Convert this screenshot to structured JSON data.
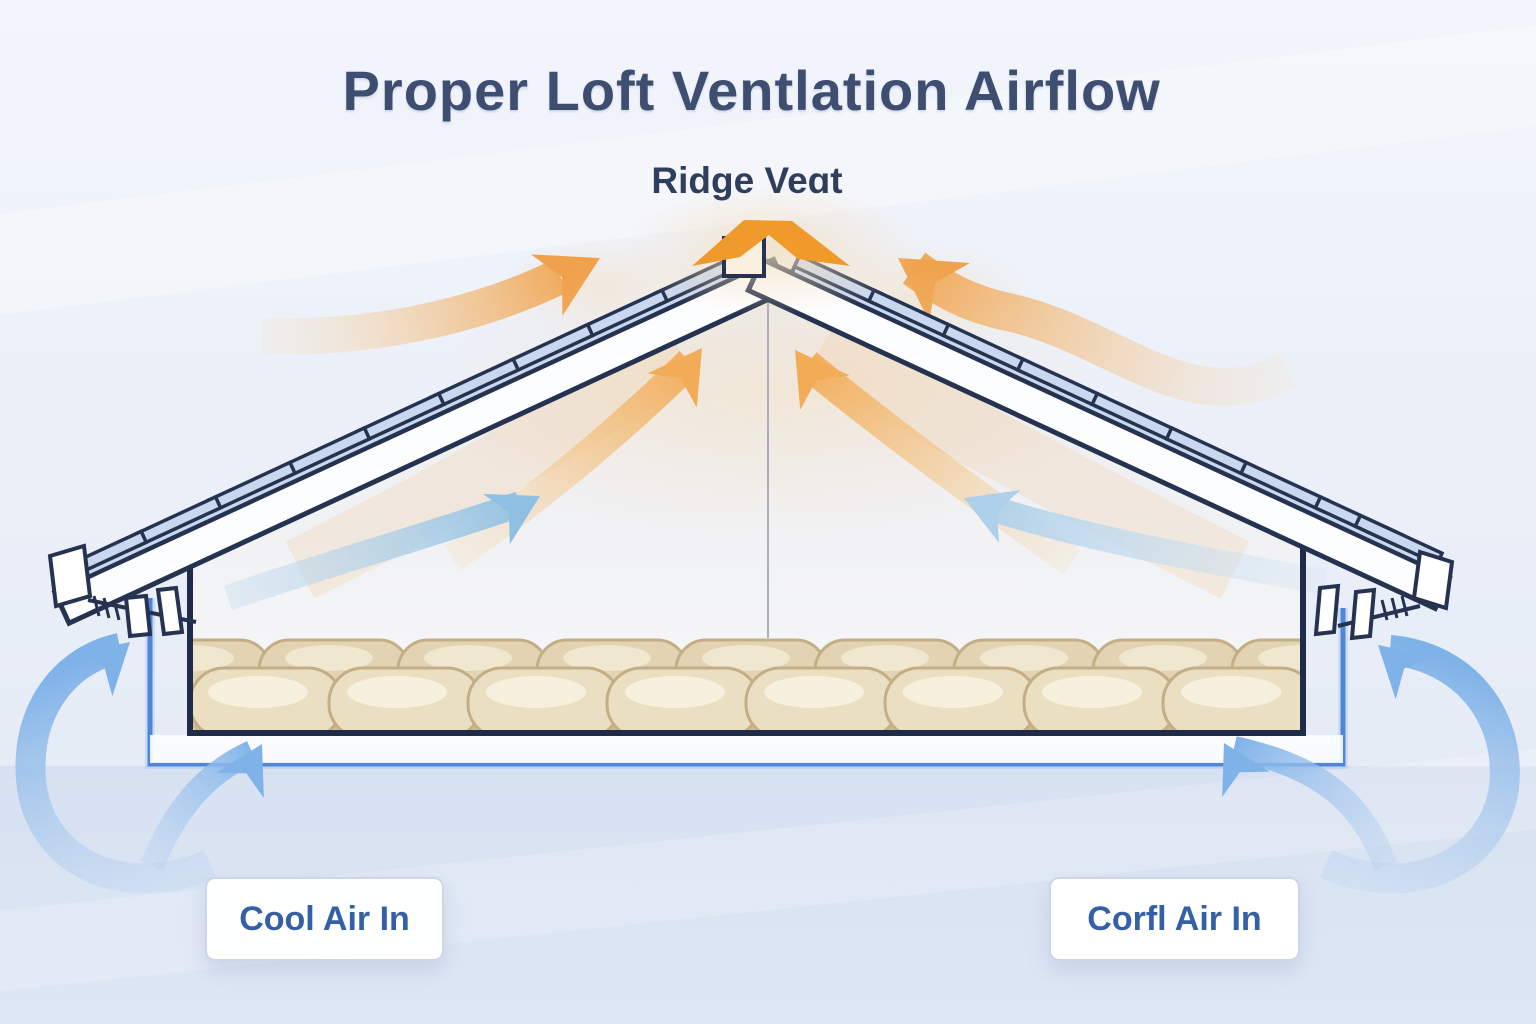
{
  "title": "Proper Loft Ventlation Airflow",
  "ridge_vent": {
    "label": "Ridge Veɑt"
  },
  "intake_labels": {
    "left": "Cool Air In",
    "right": "Corfl Air In"
  },
  "colors": {
    "title_text": "#3e4e70",
    "ridge_label_text": "#2f3e5c",
    "intake_text": "#3560a8",
    "intake_border": "#ccd6e8",
    "warm_air_orange": "#f0a14b",
    "ridge_cap_orange": "#f09a2c",
    "cool_air_blue": "#7fb2e8",
    "interior_air_blue": "#8fc0e2",
    "roof_outline_navy": "#263350",
    "shingle_blue": "#c9d7ef",
    "insulation_cream": "#ebdfc2",
    "insulation_shadow": "#c3ae85",
    "ceiling_line_blue": "#4f86d8",
    "background_top": "#f2f5fb",
    "background_bottom": "#e2e9f5"
  }
}
